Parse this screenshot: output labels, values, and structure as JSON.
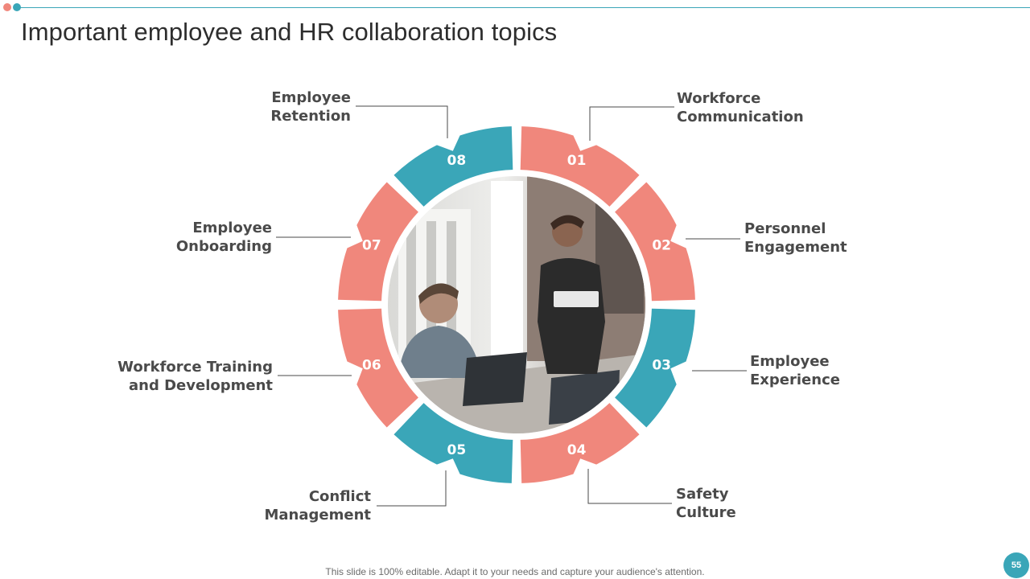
{
  "slide": {
    "title": "Important employee and HR collaboration topics",
    "footer": "This slide is 100% editable. Adapt it to your needs and capture your audience's attention.",
    "page_number": "55"
  },
  "colors": {
    "teal": "#3aa6b8",
    "coral": "#f0877c",
    "line": "#4a4a4a",
    "text": "#4a4a4a"
  },
  "center_image": {
    "description_icon": "photo-meeting-icon"
  },
  "segments": [
    {
      "number": "01",
      "label_lines": [
        "Workforce",
        "Communication"
      ],
      "color": "coral"
    },
    {
      "number": "02",
      "label_lines": [
        "Personnel",
        "Engagement"
      ],
      "color": "coral"
    },
    {
      "number": "03",
      "label_lines": [
        "Employee",
        "Experience"
      ],
      "color": "teal"
    },
    {
      "number": "04",
      "label_lines": [
        "Safety",
        "Culture"
      ],
      "color": "coral"
    },
    {
      "number": "05",
      "label_lines": [
        "Conflict",
        "Management"
      ],
      "color": "teal"
    },
    {
      "number": "06",
      "label_lines": [
        "Workforce Training",
        "and Development"
      ],
      "color": "coral"
    },
    {
      "number": "07",
      "label_lines": [
        "Employee",
        "Onboarding"
      ],
      "color": "coral"
    },
    {
      "number": "08",
      "label_lines": [
        "Employee",
        "Retention"
      ],
      "color": "teal"
    }
  ]
}
